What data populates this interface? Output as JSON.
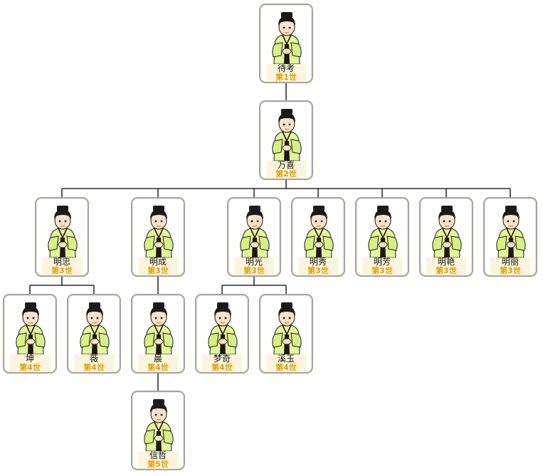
{
  "colors": {
    "generation_text": "#e0a000",
    "card_border": "#a8a39b",
    "robe": "#e4f59a",
    "connector": "#000000"
  },
  "members": [
    {
      "id": "daikao",
      "name": "待考",
      "generation": "第1世",
      "parent": null
    },
    {
      "id": "wanxi",
      "name": "万喜",
      "generation": "第2世",
      "parent": "daikao"
    },
    {
      "id": "mingzhong",
      "name": "明忠",
      "generation": "第3世",
      "parent": "wanxi"
    },
    {
      "id": "mingcheng",
      "name": "明成",
      "generation": "第3世",
      "parent": "wanxi"
    },
    {
      "id": "mingguang",
      "name": "明光",
      "generation": "第3世",
      "parent": "wanxi"
    },
    {
      "id": "mingxiu",
      "name": "明秀",
      "generation": "第3世",
      "parent": "wanxi"
    },
    {
      "id": "mingfang",
      "name": "明芳",
      "generation": "第3世",
      "parent": "wanxi"
    },
    {
      "id": "mingyan",
      "name": "明艳",
      "generation": "第3世",
      "parent": "wanxi"
    },
    {
      "id": "mingli",
      "name": "明丽",
      "generation": "第3世",
      "parent": "wanxi"
    },
    {
      "id": "kun",
      "name": "坤",
      "generation": "第4世",
      "parent": "mingzhong"
    },
    {
      "id": "wei",
      "name": "薇",
      "generation": "第4世",
      "parent": "mingzhong"
    },
    {
      "id": "chen",
      "name": "晨",
      "generation": "第4世",
      "parent": "mingcheng"
    },
    {
      "id": "mengqi",
      "name": "梦奇",
      "generation": "第4世",
      "parent": "mingguang"
    },
    {
      "id": "xiyu",
      "name": "溪玉",
      "generation": "第4世",
      "parent": "mingguang"
    },
    {
      "id": "xinzhe",
      "name": "信哲",
      "generation": "第5世",
      "parent": "chen"
    }
  ]
}
